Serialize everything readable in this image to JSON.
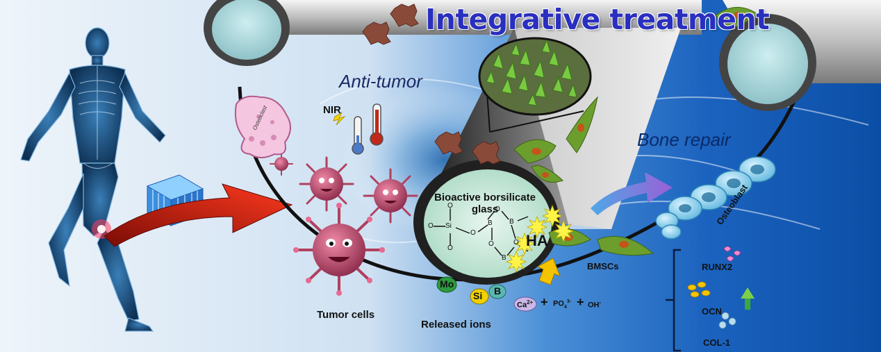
{
  "title": "Integrative treatment",
  "sections": {
    "anti_tumor": "Anti-tumor",
    "bone_repair": "Bone repair"
  },
  "labels": {
    "nir": "NIR",
    "tumor_cells": "Tumor cells",
    "released_ions": "Released ions",
    "glass": "Bioactive borsilicate glass",
    "ha": "HA",
    "bmscs": "BMSCs",
    "osteoblast": "Osteoblast",
    "osteoclast": "Osteoclast",
    "runx2": "RUNX2",
    "ocn": "OCN",
    "col1": "COL-1"
  },
  "ions": {
    "mo": "Mo",
    "si": "Si",
    "b": "B",
    "ca": "Ca",
    "ca_charge": "2+",
    "plus": "+",
    "po4": "PO",
    "po4_sub": "4",
    "po4_charge": "3-",
    "oh": "OH",
    "oh_charge": "-"
  },
  "structure": {
    "si": "Si",
    "o": "O",
    "b": "B"
  },
  "colors": {
    "title": "#2a2fbf",
    "sky": "#dfeaf5",
    "deep_blue": "#0d57b0",
    "arrow_red": "#c0180c",
    "tumor": "#b0405f",
    "osteo": "#9fd8f0",
    "bmsc": "#6c9e2e"
  }
}
